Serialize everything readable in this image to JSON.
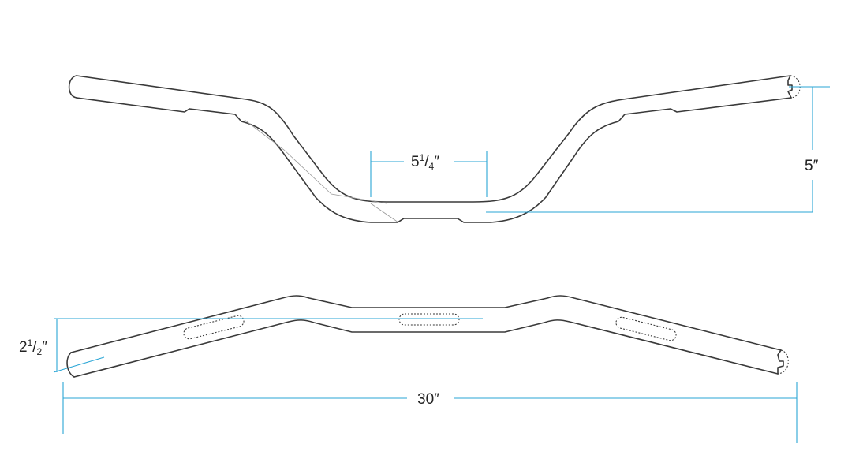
{
  "dimensions": {
    "center_width": {
      "whole": "5",
      "num": "1",
      "den": "4",
      "unit": "″"
    },
    "rise": {
      "whole": "5",
      "unit": "″"
    },
    "pullback": {
      "whole": "2",
      "num": "1",
      "den": "2",
      "unit": "″"
    },
    "overall_width": {
      "whole": "30",
      "unit": "″"
    }
  },
  "colors": {
    "outline": "#3a3a3a",
    "dimension_line": "#2aa6d6",
    "background": "#ffffff"
  }
}
